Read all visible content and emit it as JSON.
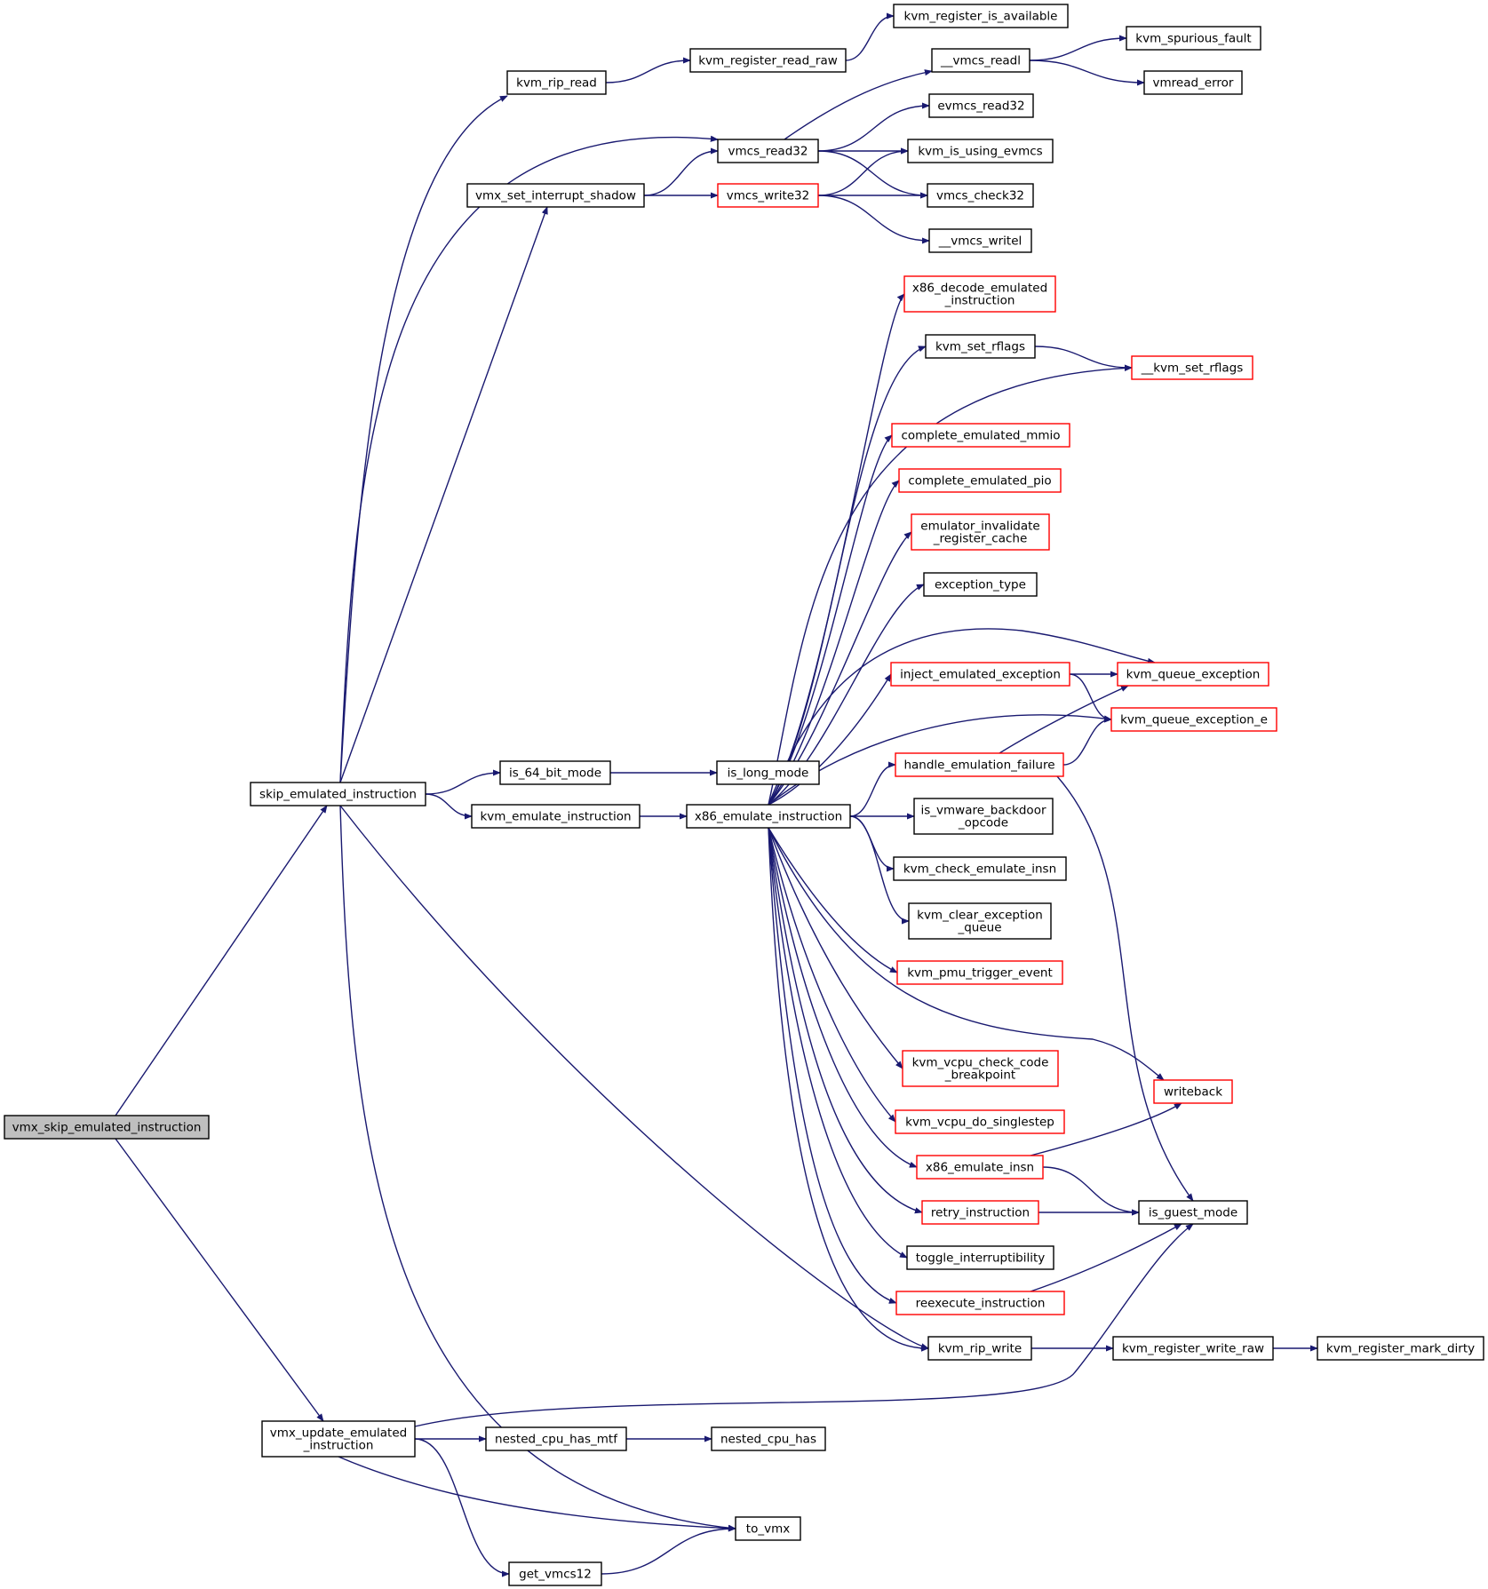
{
  "colors": {
    "edge": "#191970",
    "border_normal": "#000000",
    "border_truncated": "#ff0000",
    "root_fill": "#bfbfbf",
    "node_fill": "#ffffff"
  },
  "nodes": {
    "vmx_skip": {
      "lines": [
        "vmx_skip_emulated_instruction"
      ],
      "style": "root"
    },
    "skip_emul": {
      "lines": [
        "skip_emulated_instruction"
      ],
      "style": "normal"
    },
    "vmx_update": {
      "lines": [
        "vmx_update_emulated",
        "_instruction"
      ],
      "style": "normal"
    },
    "kvm_rip_read": {
      "lines": [
        "kvm_rip_read"
      ],
      "style": "normal"
    },
    "kvm_register_read_raw": {
      "lines": [
        "kvm_register_read_raw"
      ],
      "style": "normal"
    },
    "kvm_register_is_available": {
      "lines": [
        "kvm_register_is_available"
      ],
      "style": "normal"
    },
    "vmcs_readl": {
      "lines": [
        "__vmcs_readl"
      ],
      "style": "normal"
    },
    "kvm_spurious_fault": {
      "lines": [
        "kvm_spurious_fault"
      ],
      "style": "normal"
    },
    "vmread_error": {
      "lines": [
        "vmread_error"
      ],
      "style": "normal"
    },
    "vmcs_read32": {
      "lines": [
        "vmcs_read32"
      ],
      "style": "normal"
    },
    "evmcs_read32": {
      "lines": [
        "evmcs_read32"
      ],
      "style": "normal"
    },
    "kvm_is_using_evmcs": {
      "lines": [
        "kvm_is_using_evmcs"
      ],
      "style": "normal"
    },
    "vmx_set_interrupt_shadow": {
      "lines": [
        "vmx_set_interrupt_shadow"
      ],
      "style": "normal"
    },
    "vmcs_write32": {
      "lines": [
        "vmcs_write32"
      ],
      "style": "truncated"
    },
    "vmcs_check32": {
      "lines": [
        "vmcs_check32"
      ],
      "style": "normal"
    },
    "vmcs_writel": {
      "lines": [
        "__vmcs_writel"
      ],
      "style": "normal"
    },
    "x86_decode": {
      "lines": [
        "x86_decode_emulated",
        "_instruction"
      ],
      "style": "truncated"
    },
    "kvm_set_rflags": {
      "lines": [
        "kvm_set_rflags"
      ],
      "style": "normal"
    },
    "kvm_set_rflags2": {
      "lines": [
        "__kvm_set_rflags"
      ],
      "style": "truncated"
    },
    "complete_mmio": {
      "lines": [
        "complete_emulated_mmio"
      ],
      "style": "truncated"
    },
    "complete_pio": {
      "lines": [
        "complete_emulated_pio"
      ],
      "style": "truncated"
    },
    "emulator_invalidate": {
      "lines": [
        "emulator_invalidate",
        "_register_cache"
      ],
      "style": "truncated"
    },
    "exception_type": {
      "lines": [
        "exception_type"
      ],
      "style": "normal"
    },
    "inject_emulated": {
      "lines": [
        "inject_emulated_exception"
      ],
      "style": "truncated"
    },
    "kvm_queue_exception": {
      "lines": [
        "kvm_queue_exception"
      ],
      "style": "truncated"
    },
    "kvm_queue_exception_e": {
      "lines": [
        "kvm_queue_exception_e"
      ],
      "style": "truncated"
    },
    "handle_emulation_failure": {
      "lines": [
        "handle_emulation_failure"
      ],
      "style": "truncated"
    },
    "is_64_bit_mode": {
      "lines": [
        "is_64_bit_mode"
      ],
      "style": "normal"
    },
    "is_long_mode": {
      "lines": [
        "is_long_mode"
      ],
      "style": "normal"
    },
    "kvm_emulate_instruction": {
      "lines": [
        "kvm_emulate_instruction"
      ],
      "style": "normal"
    },
    "x86_emulate_instruction": {
      "lines": [
        "x86_emulate_instruction"
      ],
      "style": "normal"
    },
    "is_vmware_backdoor": {
      "lines": [
        "is_vmware_backdoor",
        "_opcode"
      ],
      "style": "normal"
    },
    "kvm_check_emulate_insn": {
      "lines": [
        "kvm_check_emulate_insn"
      ],
      "style": "normal"
    },
    "kvm_clear_exception": {
      "lines": [
        "kvm_clear_exception",
        "_queue"
      ],
      "style": "normal"
    },
    "kvm_pmu_trigger_event": {
      "lines": [
        "kvm_pmu_trigger_event"
      ],
      "style": "truncated"
    },
    "kvm_vcpu_check_code": {
      "lines": [
        "kvm_vcpu_check_code",
        "_breakpoint"
      ],
      "style": "truncated"
    },
    "writeback": {
      "lines": [
        "writeback"
      ],
      "style": "truncated"
    },
    "kvm_vcpu_do_singlestep": {
      "lines": [
        "kvm_vcpu_do_singlestep"
      ],
      "style": "truncated"
    },
    "x86_emulate_insn": {
      "lines": [
        "x86_emulate_insn"
      ],
      "style": "truncated"
    },
    "retry_instruction": {
      "lines": [
        "retry_instruction"
      ],
      "style": "truncated"
    },
    "is_guest_mode": {
      "lines": [
        "is_guest_mode"
      ],
      "style": "normal"
    },
    "toggle_interruptibility": {
      "lines": [
        "toggle_interruptibility"
      ],
      "style": "normal"
    },
    "reexecute_instruction": {
      "lines": [
        "reexecute_instruction"
      ],
      "style": "truncated"
    },
    "kvm_rip_write": {
      "lines": [
        "kvm_rip_write"
      ],
      "style": "normal"
    },
    "kvm_register_write_raw": {
      "lines": [
        "kvm_register_write_raw"
      ],
      "style": "normal"
    },
    "kvm_register_mark_dirty": {
      "lines": [
        "kvm_register_mark_dirty"
      ],
      "style": "normal"
    },
    "nested_cpu_has_mtf": {
      "lines": [
        "nested_cpu_has_mtf"
      ],
      "style": "normal"
    },
    "nested_cpu_has": {
      "lines": [
        "nested_cpu_has"
      ],
      "style": "normal"
    },
    "to_vmx": {
      "lines": [
        "to_vmx"
      ],
      "style": "normal"
    },
    "get_vmcs12": {
      "lines": [
        "get_vmcs12"
      ],
      "style": "normal"
    }
  },
  "edges": [
    [
      "vmx_skip",
      "skip_emul"
    ],
    [
      "vmx_skip",
      "vmx_update"
    ],
    [
      "skip_emul",
      "kvm_rip_read"
    ],
    [
      "skip_emul",
      "vmcs_read32"
    ],
    [
      "skip_emul",
      "vmx_set_interrupt_shadow"
    ],
    [
      "skip_emul",
      "is_64_bit_mode"
    ],
    [
      "skip_emul",
      "kvm_emulate_instruction"
    ],
    [
      "skip_emul",
      "kvm_rip_write"
    ],
    [
      "skip_emul",
      "to_vmx"
    ],
    [
      "kvm_rip_read",
      "kvm_register_read_raw"
    ],
    [
      "kvm_register_read_raw",
      "kvm_register_is_available"
    ],
    [
      "vmcs_read32",
      "vmcs_readl"
    ],
    [
      "vmcs_read32",
      "evmcs_read32"
    ],
    [
      "vmcs_read32",
      "kvm_is_using_evmcs"
    ],
    [
      "vmcs_read32",
      "vmcs_check32"
    ],
    [
      "vmcs_readl",
      "kvm_spurious_fault"
    ],
    [
      "vmcs_readl",
      "vmread_error"
    ],
    [
      "vmx_set_interrupt_shadow",
      "vmcs_read32"
    ],
    [
      "vmx_set_interrupt_shadow",
      "vmcs_write32"
    ],
    [
      "vmcs_write32",
      "kvm_is_using_evmcs"
    ],
    [
      "vmcs_write32",
      "vmcs_check32"
    ],
    [
      "vmcs_write32",
      "vmcs_writel"
    ],
    [
      "is_64_bit_mode",
      "is_long_mode"
    ],
    [
      "kvm_emulate_instruction",
      "x86_emulate_instruction"
    ],
    [
      "x86_emulate_instruction",
      "x86_decode"
    ],
    [
      "x86_emulate_instruction",
      "kvm_set_rflags"
    ],
    [
      "x86_emulate_instruction",
      "kvm_set_rflags2"
    ],
    [
      "x86_emulate_instruction",
      "complete_mmio"
    ],
    [
      "x86_emulate_instruction",
      "complete_pio"
    ],
    [
      "x86_emulate_instruction",
      "emulator_invalidate"
    ],
    [
      "x86_emulate_instruction",
      "exception_type"
    ],
    [
      "x86_emulate_instruction",
      "inject_emulated"
    ],
    [
      "x86_emulate_instruction",
      "kvm_queue_exception"
    ],
    [
      "x86_emulate_instruction",
      "kvm_queue_exception_e"
    ],
    [
      "x86_emulate_instruction",
      "handle_emulation_failure"
    ],
    [
      "x86_emulate_instruction",
      "is_vmware_backdoor"
    ],
    [
      "x86_emulate_instruction",
      "kvm_check_emulate_insn"
    ],
    [
      "x86_emulate_instruction",
      "kvm_clear_exception"
    ],
    [
      "x86_emulate_instruction",
      "kvm_pmu_trigger_event"
    ],
    [
      "x86_emulate_instruction",
      "kvm_vcpu_check_code"
    ],
    [
      "x86_emulate_instruction",
      "writeback"
    ],
    [
      "x86_emulate_instruction",
      "kvm_vcpu_do_singlestep"
    ],
    [
      "x86_emulate_instruction",
      "x86_emulate_insn"
    ],
    [
      "x86_emulate_instruction",
      "retry_instruction"
    ],
    [
      "x86_emulate_instruction",
      "toggle_interruptibility"
    ],
    [
      "x86_emulate_instruction",
      "reexecute_instruction"
    ],
    [
      "x86_emulate_instruction",
      "kvm_rip_write"
    ],
    [
      "kvm_set_rflags",
      "kvm_set_rflags2"
    ],
    [
      "inject_emulated",
      "kvm_queue_exception"
    ],
    [
      "inject_emulated",
      "kvm_queue_exception_e"
    ],
    [
      "handle_emulation_failure",
      "kvm_queue_exception"
    ],
    [
      "handle_emulation_failure",
      "kvm_queue_exception_e"
    ],
    [
      "handle_emulation_failure",
      "is_guest_mode"
    ],
    [
      "x86_emulate_insn",
      "writeback"
    ],
    [
      "x86_emulate_insn",
      "is_guest_mode"
    ],
    [
      "retry_instruction",
      "is_guest_mode"
    ],
    [
      "reexecute_instruction",
      "is_guest_mode"
    ],
    [
      "kvm_rip_write",
      "kvm_register_write_raw"
    ],
    [
      "kvm_register_write_raw",
      "kvm_register_mark_dirty"
    ],
    [
      "vmx_update",
      "is_guest_mode"
    ],
    [
      "vmx_update",
      "nested_cpu_has_mtf"
    ],
    [
      "vmx_update",
      "to_vmx"
    ],
    [
      "vmx_update",
      "get_vmcs12"
    ],
    [
      "nested_cpu_has_mtf",
      "nested_cpu_has"
    ],
    [
      "get_vmcs12",
      "to_vmx"
    ]
  ]
}
